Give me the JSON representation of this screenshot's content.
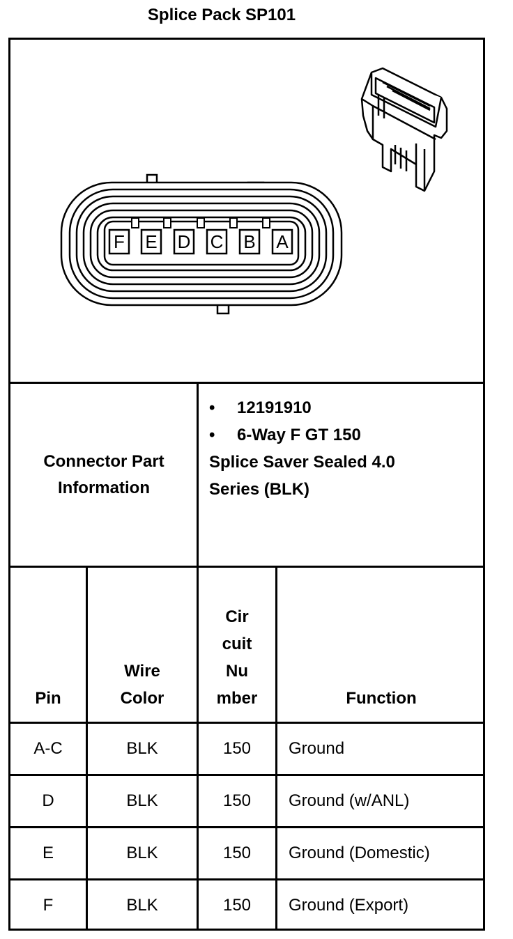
{
  "title": "Splice Pack SP101",
  "connector_pins": [
    "F",
    "E",
    "D",
    "C",
    "B",
    "A"
  ],
  "part_info": {
    "label": "Connector Part Information",
    "label_line1": "Connector Part",
    "label_line2": "Information",
    "bullets": [
      "12191910",
      "6-Way F GT 150"
    ],
    "desc_line1": "Splice Saver Sealed 4.0",
    "desc_line2": "Series (BLK)"
  },
  "table": {
    "headers": {
      "pin": "Pin",
      "wire_color_1": "Wire",
      "wire_color_2": "Color",
      "circuit_1": "Cir",
      "circuit_2": "cuit",
      "circuit_3": "Nu",
      "circuit_4": "mber",
      "function": "Function"
    },
    "rows": [
      {
        "pin": "A-C",
        "color": "BLK",
        "circuit": "150",
        "function": "Ground"
      },
      {
        "pin": "D",
        "color": "BLK",
        "circuit": "150",
        "function": "Ground (w/ANL)"
      },
      {
        "pin": "E",
        "color": "BLK",
        "circuit": "150",
        "function": "Ground (Domestic)"
      },
      {
        "pin": "F",
        "color": "BLK",
        "circuit": "150",
        "function": "Ground (Export)"
      }
    ]
  }
}
